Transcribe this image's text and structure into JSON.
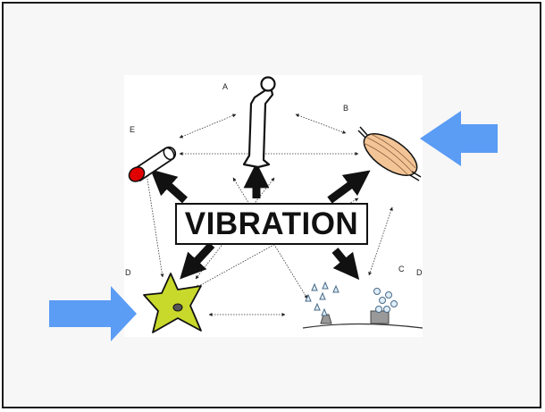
{
  "diagram": {
    "center_label": "VIBRATION",
    "node_labels": {
      "a": "A",
      "b": "B",
      "c": "C",
      "d_left": "D",
      "d_right": "D",
      "e": "E"
    },
    "colors": {
      "pointer_arrow": "#5b9cf5",
      "muscle_fill": "#f3c596",
      "cartilage_red": "#e00000",
      "neuron_fill": "#c8d92b"
    },
    "icons": [
      "bone-icon",
      "muscle-icon",
      "cartilage-icon",
      "neuron-icon",
      "cell-secretion-icon"
    ]
  }
}
